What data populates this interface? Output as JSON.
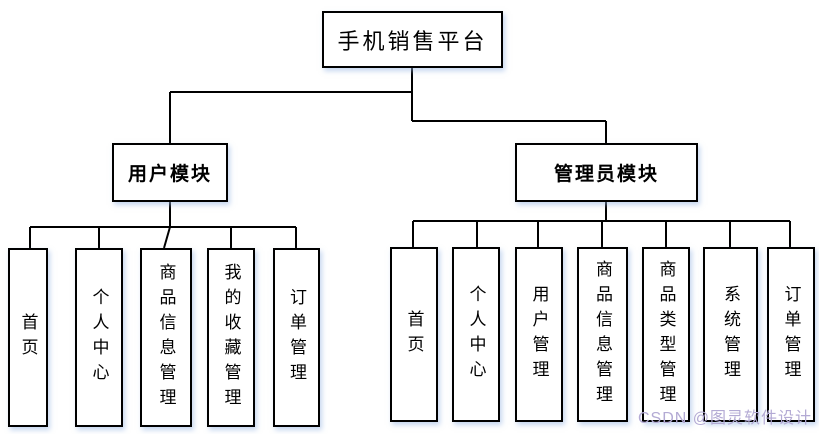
{
  "diagram": {
    "root": {
      "label": "手机销售平台"
    },
    "branches": [
      {
        "module": {
          "label": "用户模块"
        },
        "children": [
          {
            "label": "首页"
          },
          {
            "label": "个人中心"
          },
          {
            "label": "商品信息管理"
          },
          {
            "label": "我的收藏管理"
          },
          {
            "label": "订单管理"
          }
        ]
      },
      {
        "module": {
          "label": "管理员模块"
        },
        "children": [
          {
            "label": "首页"
          },
          {
            "label": "个人中心"
          },
          {
            "label": "用户管理"
          },
          {
            "label": "商品信息管理"
          },
          {
            "label": "商品类型管理"
          },
          {
            "label": "系统管理"
          },
          {
            "label": "订单管理"
          }
        ]
      }
    ],
    "watermark": "CSDN @图灵软件设计",
    "colors": {
      "line": "#000000",
      "box_border": "#000000",
      "box_fill": "#ffffff",
      "watermark": "#b3aad4",
      "box_shadow": "rgba(150,180,225,0.55)"
    }
  }
}
